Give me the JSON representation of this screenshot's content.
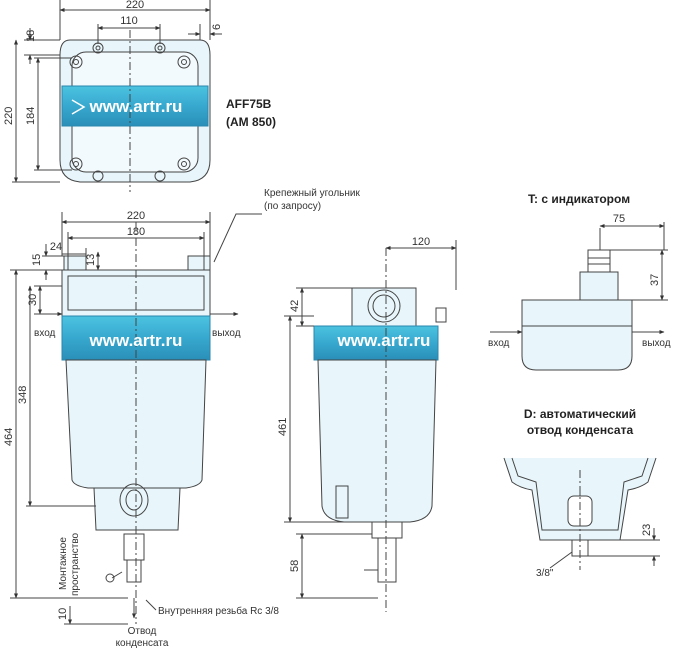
{
  "watermark": "www.artr.ru",
  "top_view": {
    "model": "AFF75B",
    "model_alt": "(AM 850)",
    "dims": {
      "width_220": "220",
      "holes_110": "110",
      "edge_6": "6",
      "edge_18": "18",
      "height_220": "220",
      "holes_184": "184"
    }
  },
  "front_view": {
    "bracket_note_line1": "Крепежный угольник",
    "bracket_note_line2": "(по запросу)",
    "inlet": "вход",
    "outlet": "выход",
    "install_space_line1": "Монтажное",
    "install_space_line2": "пространство",
    "thread_note": "Внутренняя резьба Rc 3/8",
    "drain_line1": "Отвод",
    "drain_line2": "конденсата",
    "dims": {
      "w220": "220",
      "w180": "180",
      "d24": "24",
      "d15": "15",
      "d13": "13",
      "d30": "30",
      "d348": "348",
      "d464": "464",
      "d10": "10"
    }
  },
  "side_view": {
    "dims": {
      "d120": "120",
      "d42": "42",
      "d461": "461",
      "d58": "58"
    }
  },
  "indicator_view": {
    "title": "T: с индикатором",
    "inlet": "вход",
    "outlet": "выход",
    "dims": {
      "d75": "75",
      "d37": "37"
    }
  },
  "auto_drain_view": {
    "title_line1": "D: автоматический",
    "title_line2": "отвод конденсата",
    "thread": "3/8\"",
    "dims": {
      "d23": "23"
    }
  }
}
